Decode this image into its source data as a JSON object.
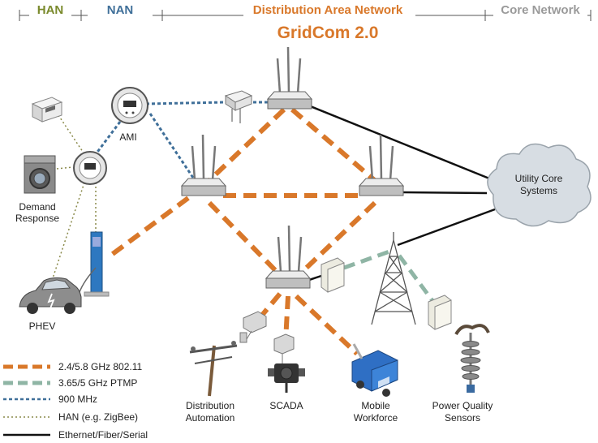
{
  "header": {
    "sections": [
      {
        "label": "HAN",
        "color": "#7a8a2c"
      },
      {
        "label": "NAN",
        "color": "#3f6f99"
      },
      {
        "label": "Distribution Area Network",
        "color": "#d9782a"
      },
      {
        "label": "Core Network",
        "color": "#9a9a9a"
      }
    ],
    "title": "GridCom 2.0"
  },
  "nodes": {
    "ami": "AMI",
    "demand_response": [
      "Demand",
      "Response"
    ],
    "phev": "PHEV",
    "cloud": [
      "Utility Core",
      "Systems"
    ],
    "distribution_automation": [
      "Distribution",
      "Automation"
    ],
    "scada": "SCADA",
    "mobile_workforce": [
      "Mobile",
      "Workforce"
    ],
    "power_quality": [
      "Power Quality",
      "Sensors"
    ]
  },
  "legend": [
    {
      "label": "2.4/5.8 GHz 802.11",
      "style": "wifi"
    },
    {
      "label": "3.65/5 GHz PTMP",
      "style": "ptmp"
    },
    {
      "label": "900 MHz",
      "style": "mhz"
    },
    {
      "label": "HAN (e.g. ZigBee)",
      "style": "han"
    },
    {
      "label": "Ethernet/Fiber/Serial",
      "style": "eth"
    }
  ],
  "colors": {
    "wifi": "#d9782a",
    "ptmp": "#8fb5a5",
    "mhz": "#3f6f99",
    "han": "#8a8a4a",
    "eth": "#111111"
  }
}
